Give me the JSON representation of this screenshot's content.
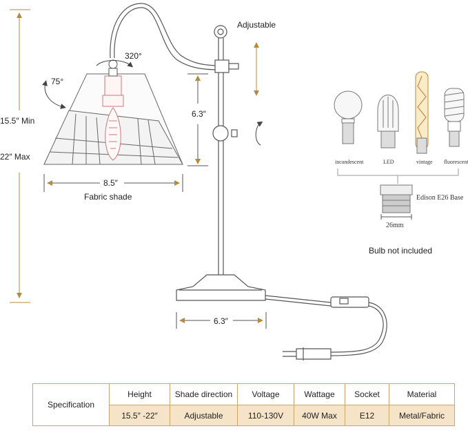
{
  "dimensions": {
    "adjustable": "Adjustable",
    "angle_320": "320°",
    "angle_75": "75°",
    "height_min": "15.5″ Min",
    "height_max": "22″ Max",
    "shade_height": "6.3″",
    "shade_width": "8.5″",
    "base_width": "6.3″",
    "shade_caption": "Fabric shade"
  },
  "bulbs": {
    "types": [
      "incandescent",
      "LED",
      "vintage",
      "fluorescent"
    ],
    "base_label": "Edison E26 Base",
    "base_size": "26mm",
    "note": "Bulb not included"
  },
  "spec": {
    "row_label": "Specification",
    "headers": [
      "Height",
      "Shade direction",
      "Voltage",
      "Wattage",
      "Socket",
      "Material"
    ],
    "values": [
      "15.5″ -22″",
      "Adjustable",
      "110-130V",
      "40W Max",
      "E12",
      "Metal/Fabric"
    ]
  },
  "colors": {
    "accent": "#c8a86a",
    "cell_fill": "#f6e4c8",
    "line": "#555555"
  }
}
